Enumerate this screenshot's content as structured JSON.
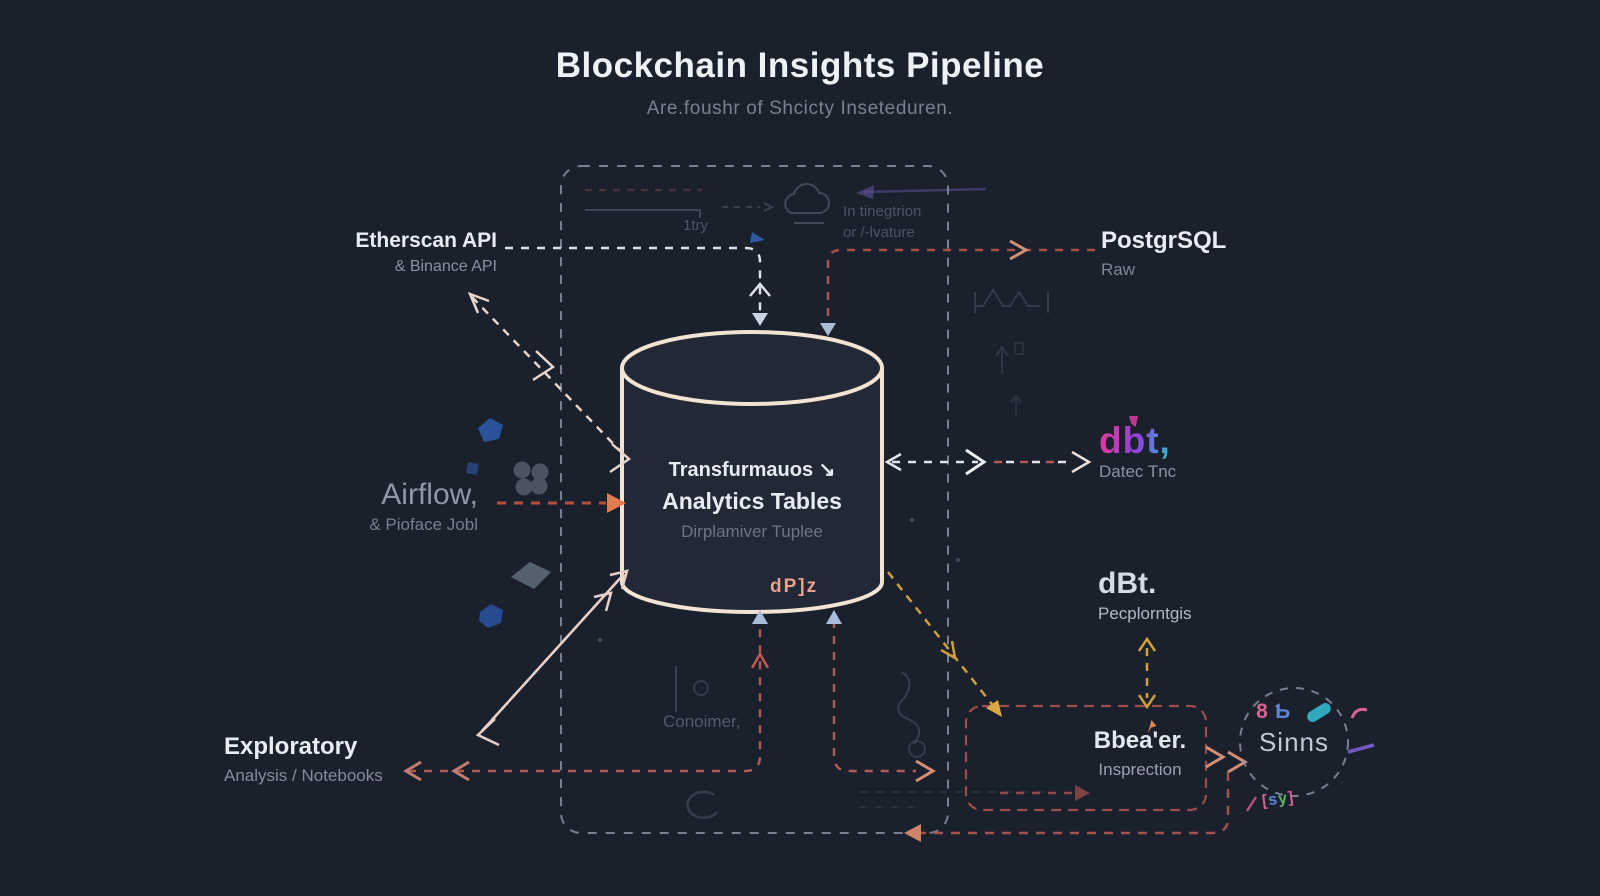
{
  "header": {
    "title": "Blockchain Insights Pipeline",
    "subtitle": "Are.foushr of Shcicty Inseteduren."
  },
  "nodes": {
    "etherscan": {
      "label": "Etherscan API",
      "sublabel": "& Binance API"
    },
    "postgresql": {
      "label": "PostgrSQL",
      "sublabel": "Raw"
    },
    "airflow": {
      "label": "Airflow,",
      "sublabel": "& Pioface Jobl"
    },
    "dbt_gradient": {
      "label": "dbt,",
      "sublabel": "Datec Tnc"
    },
    "dbt_plain": {
      "label": "dBt.",
      "sublabel": "Pecplorntgis"
    },
    "exploratory": {
      "label": "Exploratory",
      "sublabel": "Analysis / Notebooks"
    },
    "dbeaver": {
      "label": "Bbea'er.",
      "sublabel": "Insprection"
    },
    "sinns": {
      "label": "Sinns",
      "glyph_left": "8",
      "glyph_right": "Ƅ",
      "b1": "[",
      "b2": "s",
      "b3": "y",
      "b4": "]"
    },
    "cylinder": {
      "line1": "Transfurmauos ↘",
      "line2": "Analytics Tables",
      "line3": "Dirplamiver Tuplee",
      "glyph": "dP]z"
    }
  },
  "ghost": {
    "try_label": "1try",
    "integration_line1": "In tinegtrion",
    "integration_line2": "or /-lvature",
    "consumer_label": "Conoimer,"
  },
  "colors": {
    "background": "#1b202d",
    "cylinder_stroke": "#f2e3d3",
    "red_dash": "#b2574f",
    "white_dash": "#dde1e6",
    "yellow_dash": "#cf9f3e",
    "boundary_dash": "#9aa5b8",
    "orange_arrowhead": "#e07c50",
    "blue_arrowhead": "#a9bdd9",
    "dbt_gradient": [
      "#e0399b",
      "#8a43dd",
      "#35b7cf"
    ],
    "sinns_pink": "#d66290",
    "sinns_blue": "#5d85d8",
    "sinns_cyan": "#35b7cf",
    "sinns_purple": "#7c5fd3"
  }
}
